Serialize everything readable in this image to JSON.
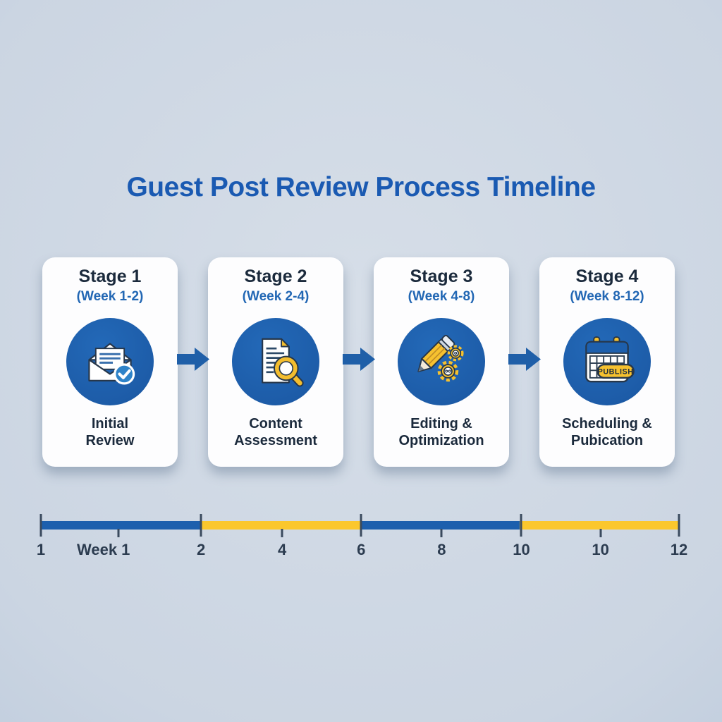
{
  "title": "Guest Post Review Process Timeline",
  "colors": {
    "background_center": "#d6dee8",
    "background_edge": "#a9bcd4",
    "primary_blue": "#1d5fad",
    "accent_yellow": "#fbc72d",
    "title_blue": "#1a5ab2",
    "heading_dark": "#1b2a3c",
    "week_text_blue": "#2267b4",
    "card_white": "#fdfdfe",
    "icon_circle_blue": "#1d5ca8",
    "arrow_blue": "#1f5fa8"
  },
  "stages": [
    {
      "name": "Stage 1",
      "weeks": "(Week 1-2)",
      "label_line1": "Initial",
      "label_line2": "Review",
      "icon": "envelope-check-icon"
    },
    {
      "name": "Stage 2",
      "weeks": "(Week 2-4)",
      "label_line1": "Content",
      "label_line2": "Assessment",
      "icon": "document-magnifier-icon"
    },
    {
      "name": "Stage 3",
      "weeks": "(Week 4-8)",
      "label_line1": "Editing &",
      "label_line2": "Optimization",
      "icon": "pencil-gears-icon"
    },
    {
      "name": "Stage 4",
      "weeks": "(Week 8-12)",
      "label_line1": "Scheduling &",
      "label_line2": "Pubication",
      "icon": "calendar-publish-icon",
      "icon_badge": "PUBLISH"
    }
  ],
  "timeline": {
    "tick_labels": [
      "1",
      "Week 1",
      "2",
      "4",
      "6",
      "8",
      "10",
      "10",
      "12"
    ],
    "segments": [
      {
        "range": "week 1-2",
        "color": "#1d5fad"
      },
      {
        "range": "week 2-6",
        "color": "#fbc72d"
      },
      {
        "range": "week 6-10",
        "color": "#1d5fad"
      },
      {
        "range": "week 10-12",
        "color": "#fbc72d"
      }
    ]
  }
}
